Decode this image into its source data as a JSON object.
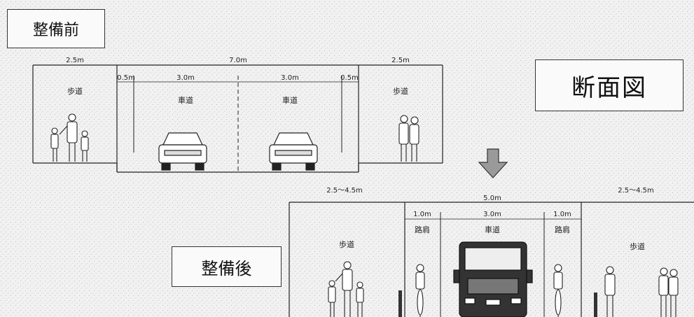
{
  "labels": {
    "before": "整備前",
    "section": "断面図",
    "after": "整備後"
  },
  "before": {
    "dims_top": {
      "left_sidewalk": "2.5m",
      "carriageway": "7.0m",
      "right_sidewalk": "2.5m"
    },
    "dims_inner": {
      "left_shoulder": "0.5m",
      "lane1": "3.0m",
      "lane2": "3.0m",
      "right_shoulder": "0.5m"
    },
    "zones": {
      "left_sidewalk": "歩道",
      "lane1": "車道",
      "lane2": "車道",
      "right_sidewalk": "歩道"
    }
  },
  "after": {
    "dims_top": {
      "left_sidewalk": "2.5～4.5m",
      "carriageway": "5.0m",
      "right_sidewalk": "2.5～4.5m"
    },
    "dims_inner": {
      "left_shoulder": "1.0m",
      "lane": "3.0m",
      "right_shoulder": "1.0m"
    },
    "zones": {
      "left_sidewalk": "歩道",
      "left_shoulder": "路肩",
      "lane": "車道",
      "right_shoulder": "路肩",
      "right_sidewalk": "歩道"
    }
  },
  "colors": {
    "background": "#f1f1f1",
    "line": "#222222",
    "arrow": "#9a9a9a"
  }
}
